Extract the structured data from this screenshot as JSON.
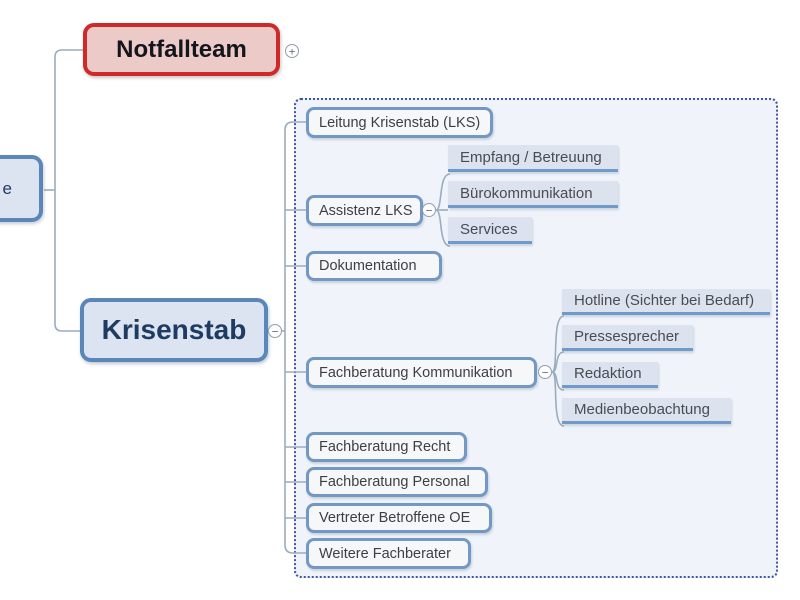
{
  "map": {
    "root": {
      "visible_label": "e"
    },
    "topics": [
      {
        "label": "Notfallteam",
        "expander": "+"
      },
      {
        "label": "Krisenstab",
        "expander": "−",
        "subtopics": [
          {
            "label": "Leitung Krisenstab (LKS)"
          },
          {
            "label": "Assistenz LKS",
            "expander": "−",
            "subtopics": [
              {
                "label": "Empfang / Betreuung"
              },
              {
                "label": "Bürokommunikation"
              },
              {
                "label": "Services"
              }
            ]
          },
          {
            "label": "Dokumentation"
          },
          {
            "label": "Fachberatung Kommunikation",
            "expander": "−",
            "subtopics": [
              {
                "label": "Hotline (Sichter bei Bedarf)"
              },
              {
                "label": "Pressesprecher"
              },
              {
                "label": "Redaktion"
              },
              {
                "label": "Medienbeobachtung"
              }
            ]
          },
          {
            "label": "Fachberatung Recht"
          },
          {
            "label": "Fachberatung Personal"
          },
          {
            "label": "Vertreter Betroffene OE"
          },
          {
            "label": "Weitere Fachberater"
          }
        ]
      }
    ]
  },
  "colors": {
    "accent_red": "#ce2a2c",
    "red_fill": "#eccac8",
    "accent_blue": "#5b86b8",
    "blue_fill": "#dbe4f0",
    "child_border": "#7398c3",
    "child_fill": "#f6f7f9",
    "leaf_fill": "#dce3ee",
    "leaf_line": "#6f9ac9",
    "connector": "#9aacc0",
    "boundary_border": "#4155a5",
    "boundary_fill": "#f0f4fa",
    "text_dark": "#15151d",
    "text_navy": "#1e3c61",
    "text_gray": "#3e3f46"
  }
}
